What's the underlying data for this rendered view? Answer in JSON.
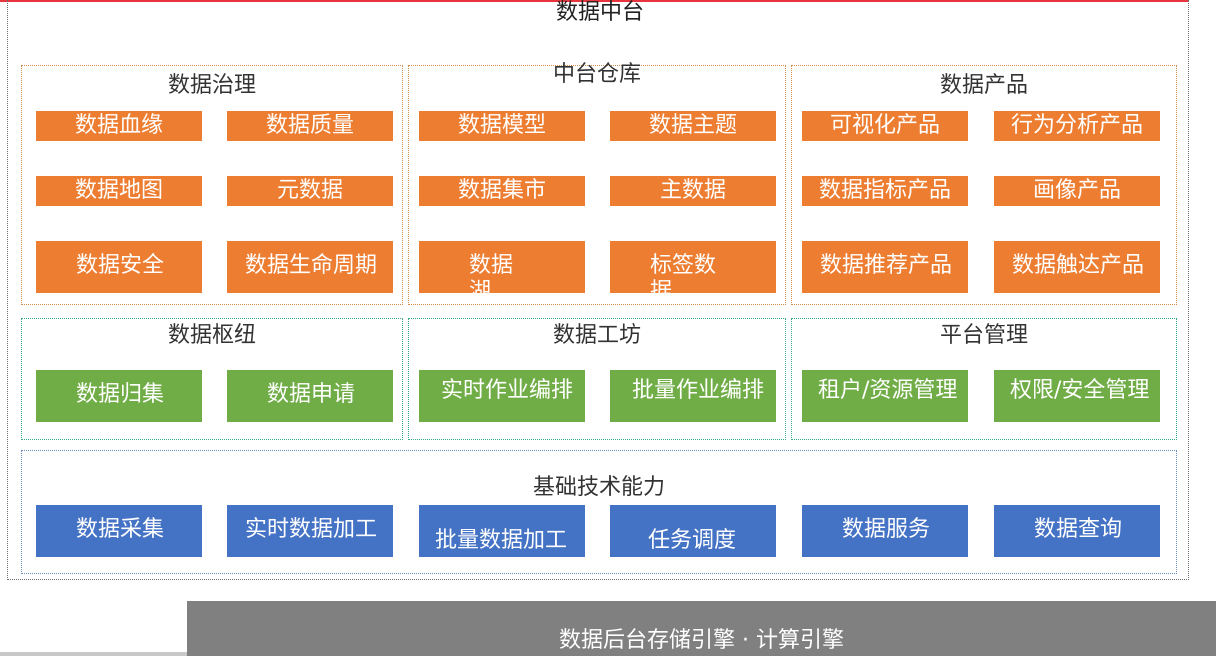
{
  "platform": {
    "title": "数据中台"
  },
  "sections": {
    "governance": {
      "title": "数据治理",
      "items": [
        "数据血缘",
        "数据质量",
        "数据地图",
        "元数据",
        "数据安全",
        "数据生命周期"
      ]
    },
    "warehouse": {
      "title": "中台仓库",
      "items": [
        "数据模型",
        "数据主题",
        "数据集市",
        "主数据",
        "数据湖",
        "标签数据"
      ]
    },
    "products": {
      "title": "数据产品",
      "items": [
        "可视化产品",
        "行为分析产品",
        "数据指标产品",
        "画像产品",
        "数据推荐产品",
        "数据触达产品"
      ]
    },
    "hub": {
      "title": "数据枢纽",
      "items": [
        "数据归集",
        "数据申请"
      ]
    },
    "workshop": {
      "title": "数据工坊",
      "items": [
        "实时作业编排",
        "批量作业编排"
      ]
    },
    "management": {
      "title": "平台管理",
      "items": [
        "租户/资源管理",
        "权限/安全管理"
      ]
    },
    "foundation": {
      "title": "基础技术能力",
      "items": [
        "数据采集",
        "实时数据加工",
        "批量数据加工",
        "任务调度",
        "数据服务",
        "数据查询"
      ]
    }
  },
  "footer": {
    "label": "数据后台存储引擎 · 计算引擎"
  },
  "colors": {
    "orange": "#ed7d31",
    "green": "#70ad47",
    "blue": "#4472c4",
    "footer_gray": "#808080",
    "top_line": "#e8343d"
  }
}
